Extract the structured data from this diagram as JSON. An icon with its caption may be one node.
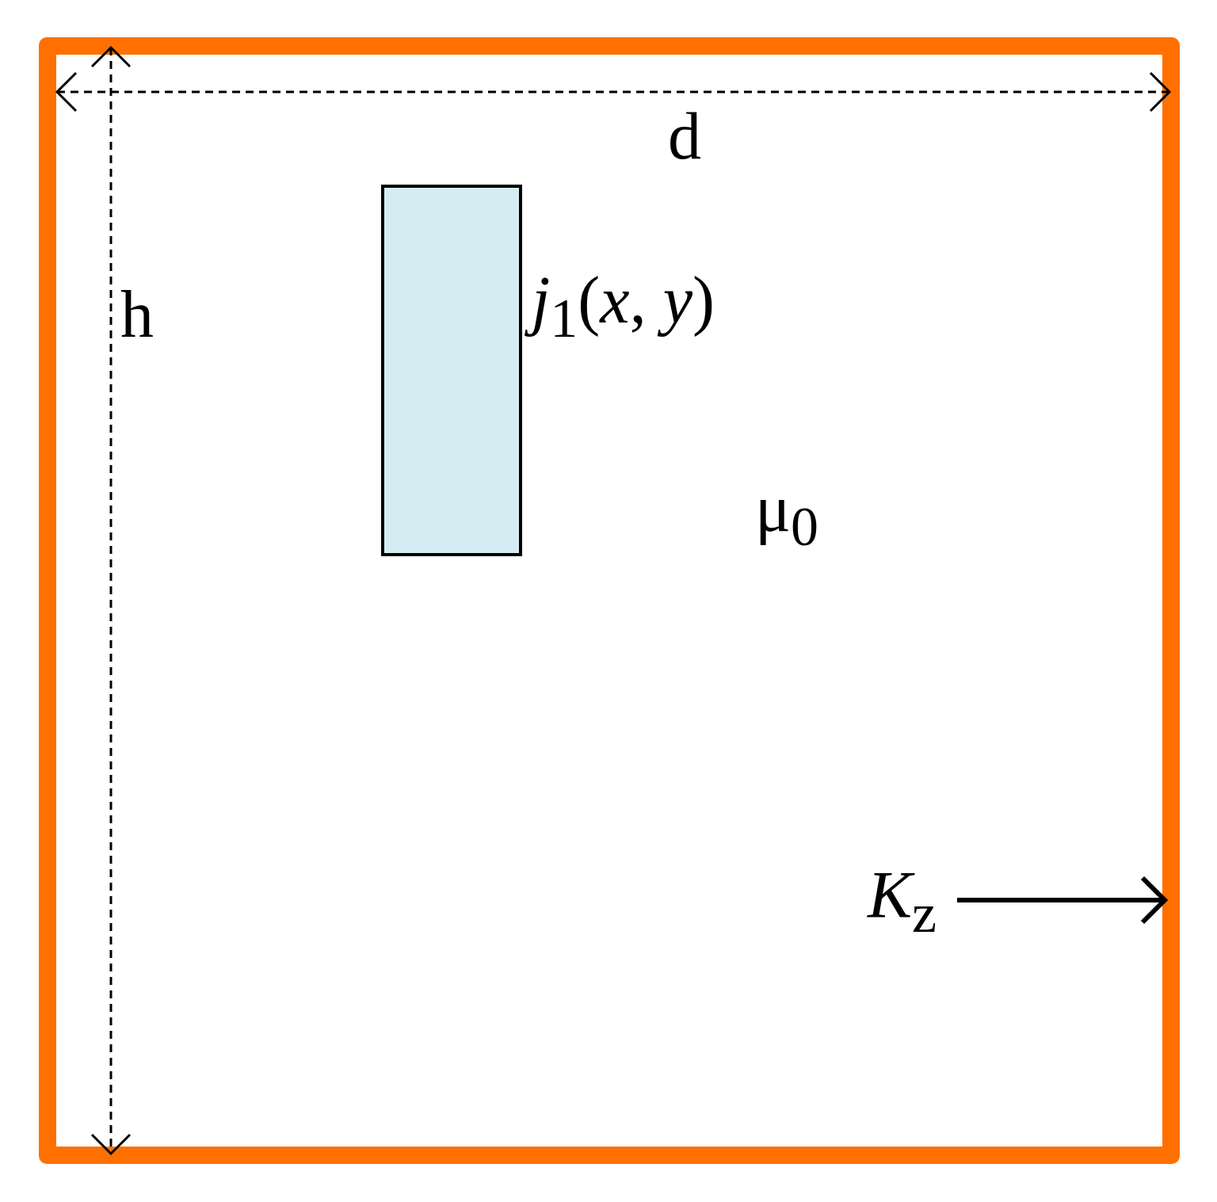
{
  "diagram": {
    "nodes": [
      {
        "text": [],
        "shape": "box"
      },
      {
        "text": [],
        "shape": "box",
        "in": 0,
        "beside": [
          "*j*$_{1}$(*x*, *y*)"
        ]
      }
    ],
    "edges": [],
    "labels": [
      "d",
      "h",
      "μ$_{0}$",
      "*K*$_{z}$"
    ]
  }
}
